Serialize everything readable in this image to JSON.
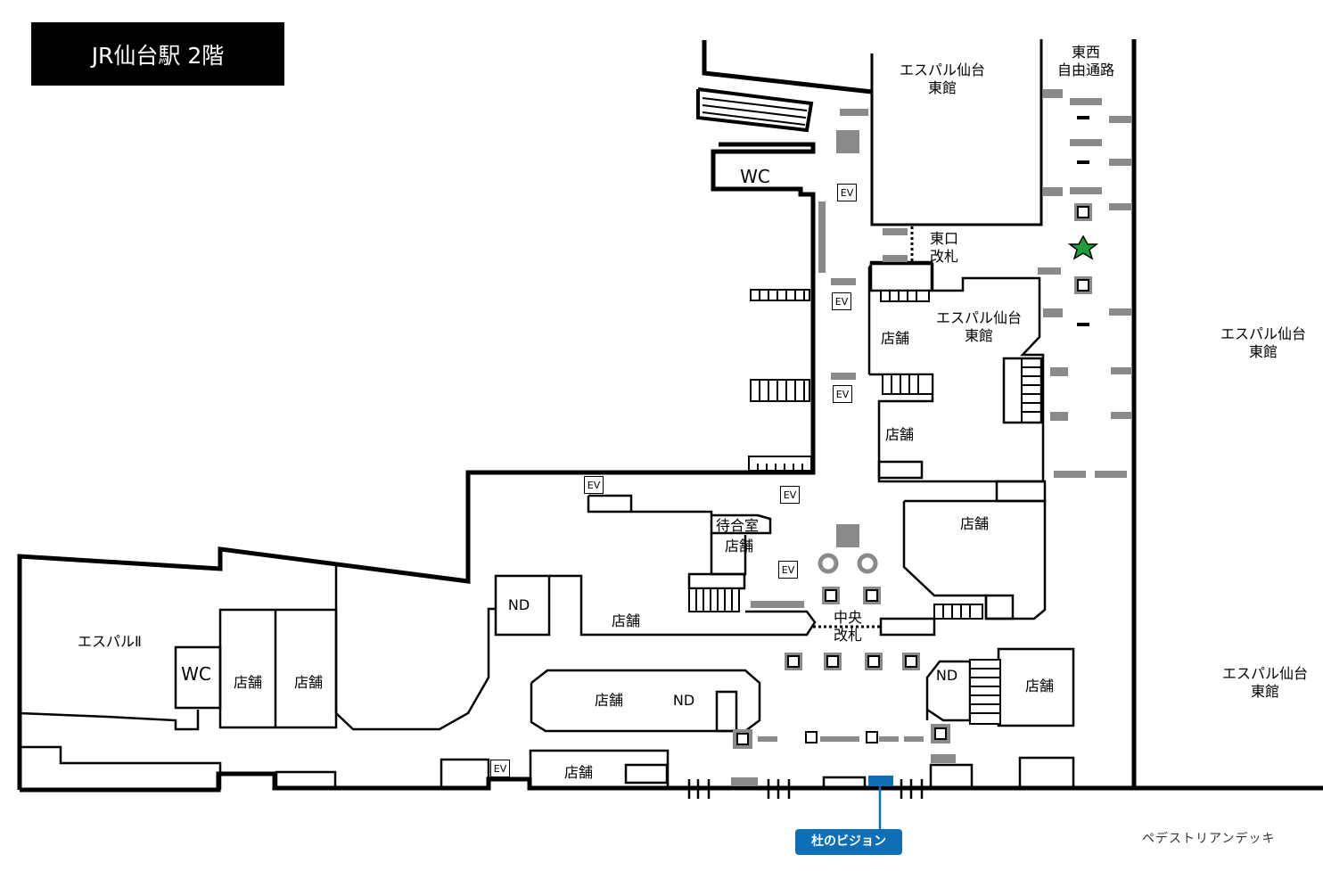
{
  "title": "JR仙台駅 2階",
  "labels": {
    "espal_east_top": "エスパル仙台\n東館",
    "east_west_passage": "東西\n自由通路",
    "east_gate": "東口\n改札",
    "espal_east_mid": "エスパル仙台\n東館",
    "espal_east_right1": "エスパル仙台\n東館",
    "espal_east_right2": "エスパル仙台\n東館",
    "central_gate": "中央\n改札",
    "waiting_room": "待合室",
    "espal_two": "エスパルⅡ",
    "wc_top": "WC",
    "wc_left": "WC",
    "nd_left": "ND",
    "nd_center": "ND",
    "nd_right": "ND",
    "pedestrian_deck": "ペデストリアンデッキ"
  },
  "shops": {
    "s1": "店舗",
    "s2": "店舗",
    "s3": "店舗",
    "s4": "店舗",
    "s5": "店舗",
    "s6": "店舗",
    "s7": "店舗",
    "s8": "店舗",
    "s9": "店舗",
    "s10": "店舗"
  },
  "ev": {
    "e1": "EV",
    "e2": "EV",
    "e3": "EV",
    "e4": "EV",
    "e5": "EV",
    "e6": "EV",
    "e7": "EV"
  },
  "landmark": "杜のビジョン",
  "colors": {
    "wall": "#000000",
    "marker": "#8a8a8a",
    "accent": "#0e6fb7",
    "star": "#1f9e3a"
  }
}
